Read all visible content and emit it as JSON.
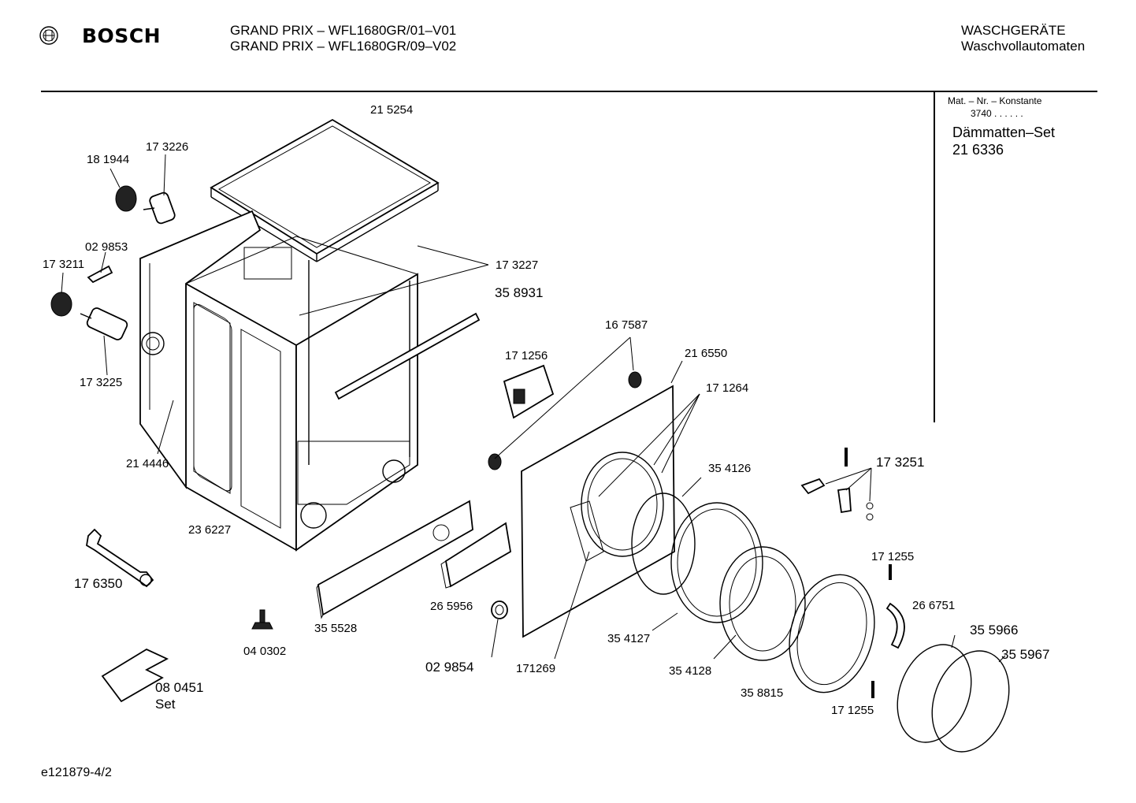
{
  "header": {
    "brand": "BOSCH",
    "model_line_1": "GRAND PRIX – WFL1680GR/01–V01",
    "model_line_2": "GRAND PRIX – WFL1680GR/09–V02",
    "category_1": "WASCHGERÄTE",
    "category_2": "Waschvollautomaten"
  },
  "sidebar": {
    "constant_label": "Mat. – Nr. – Konstante",
    "constant_value": "3740  .  .   .  .  .  .",
    "kit_name": "Dämmatten–Set",
    "kit_number": "21 6336"
  },
  "footer": {
    "doc_id": "e121879-4/2"
  },
  "labels": {
    "p215254": "21 5254",
    "p181944": "18 1944",
    "p173226": "17 3226",
    "p029853": "02 9853",
    "p173211": "17 3211",
    "p173227": "17 3227",
    "p358931": "35 8931",
    "p173225": "17 3225",
    "p214446": "21 4446",
    "p167587": "16 7587",
    "p171256": "17 1256",
    "p216550": "21 6550",
    "p171264": "17 1264",
    "p236227": "23 6227",
    "p354126": "35 4126",
    "p173251": "17 3251",
    "p171255a": "17 1255",
    "p176350": "17 6350",
    "p355528": "35 5528",
    "p265956": "26 5956",
    "p266751": "26 6751",
    "p355966": "35 5966",
    "p355967": "35 5967",
    "p354127": "35 4127",
    "p040302": "04 0302",
    "p029854": "02 9854",
    "p171269": "171269",
    "p354128": "35 4128",
    "p358815": "35 8815",
    "p171255b": "17 1255",
    "p080451": "08 0451",
    "p080451_set": "Set"
  }
}
